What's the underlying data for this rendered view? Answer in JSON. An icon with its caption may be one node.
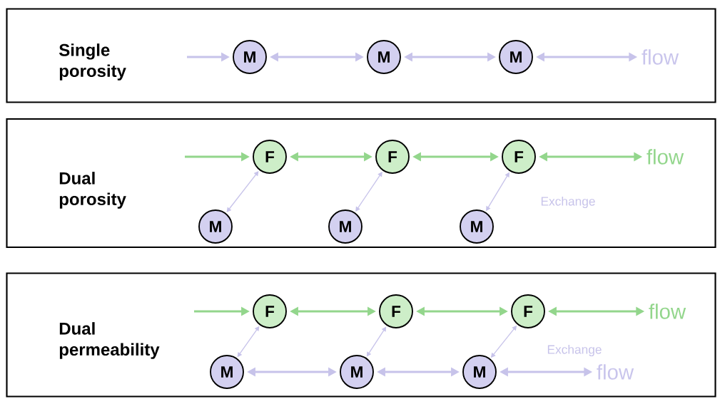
{
  "diagram": {
    "nodes": [
      {
        "text": [
          "Single porosity"
        ]
      },
      {
        "text": [
          "M"
        ],
        "in": 0
      },
      {
        "text": [
          "M"
        ],
        "in": 0
      },
      {
        "text": [
          "M"
        ],
        "in": 0
      },
      {
        "text": [
          "flow"
        ],
        "in": 0
      },
      {
        "text": [
          "Dual porosity"
        ]
      },
      {
        "text": [
          "F"
        ],
        "in": 5
      },
      {
        "text": [
          "F"
        ],
        "in": 5
      },
      {
        "text": [
          "F"
        ],
        "in": 5
      },
      {
        "text": [
          "M"
        ],
        "in": 5
      },
      {
        "text": [
          "M"
        ],
        "in": 5
      },
      {
        "text": [
          "M"
        ],
        "in": 5
      },
      {
        "text": [
          "flow"
        ],
        "in": 5
      },
      {
        "text": [
          "Dual permeability"
        ]
      },
      {
        "text": [
          "F"
        ],
        "in": 13
      },
      {
        "text": [
          "F"
        ],
        "in": 13
      },
      {
        "text": [
          "F"
        ],
        "in": 13
      },
      {
        "text": [
          "M"
        ],
        "in": 13
      },
      {
        "text": [
          "M"
        ],
        "in": 13
      },
      {
        "text": [
          "M"
        ],
        "in": 13
      },
      {
        "text": [
          "flow"
        ],
        "in": 13
      },
      {
        "text": [
          "flow"
        ],
        "in": 13
      }
    ],
    "edges": [
      {
        "from": null,
        "to": 1,
        "arrow": "to"
      },
      {
        "from": 1,
        "to": 2,
        "arrow": "both"
      },
      {
        "from": 2,
        "to": 3,
        "arrow": "both"
      },
      {
        "from": 3,
        "to": 4,
        "arrow": "both"
      },
      {
        "from": null,
        "to": 6,
        "arrow": "to",
        "color": "#93d68c"
      },
      {
        "from": 6,
        "to": 7,
        "arrow": "both",
        "color": "#93d68c"
      },
      {
        "from": 7,
        "to": 8,
        "arrow": "both",
        "color": "#93d68c"
      },
      {
        "from": 8,
        "to": 12,
        "arrow": "both",
        "color": "#93d68c"
      },
      {
        "from": 9,
        "to": 6,
        "arrow": "both"
      },
      {
        "from": 10,
        "to": 7,
        "arrow": "both"
      },
      {
        "from": 11,
        "to": 8,
        "arrow": "both",
        "label": "Exchange"
      },
      {
        "from": null,
        "to": 14,
        "arrow": "to",
        "color": "#93d68c"
      },
      {
        "from": 14,
        "to": 15,
        "arrow": "both",
        "color": "#93d68c"
      },
      {
        "from": 15,
        "to": 16,
        "arrow": "both",
        "color": "#93d68c"
      },
      {
        "from": 16,
        "to": 20,
        "arrow": "both",
        "color": "#93d68c"
      },
      {
        "from": 17,
        "to": 14,
        "arrow": "both"
      },
      {
        "from": 18,
        "to": 15,
        "arrow": "both"
      },
      {
        "from": 19,
        "to": 16,
        "arrow": "both",
        "label": "Exchange"
      },
      {
        "from": 17,
        "to": 18,
        "arrow": "both"
      },
      {
        "from": 18,
        "to": 19,
        "arrow": "both"
      },
      {
        "from": 19,
        "to": 21,
        "arrow": "both"
      }
    ]
  }
}
